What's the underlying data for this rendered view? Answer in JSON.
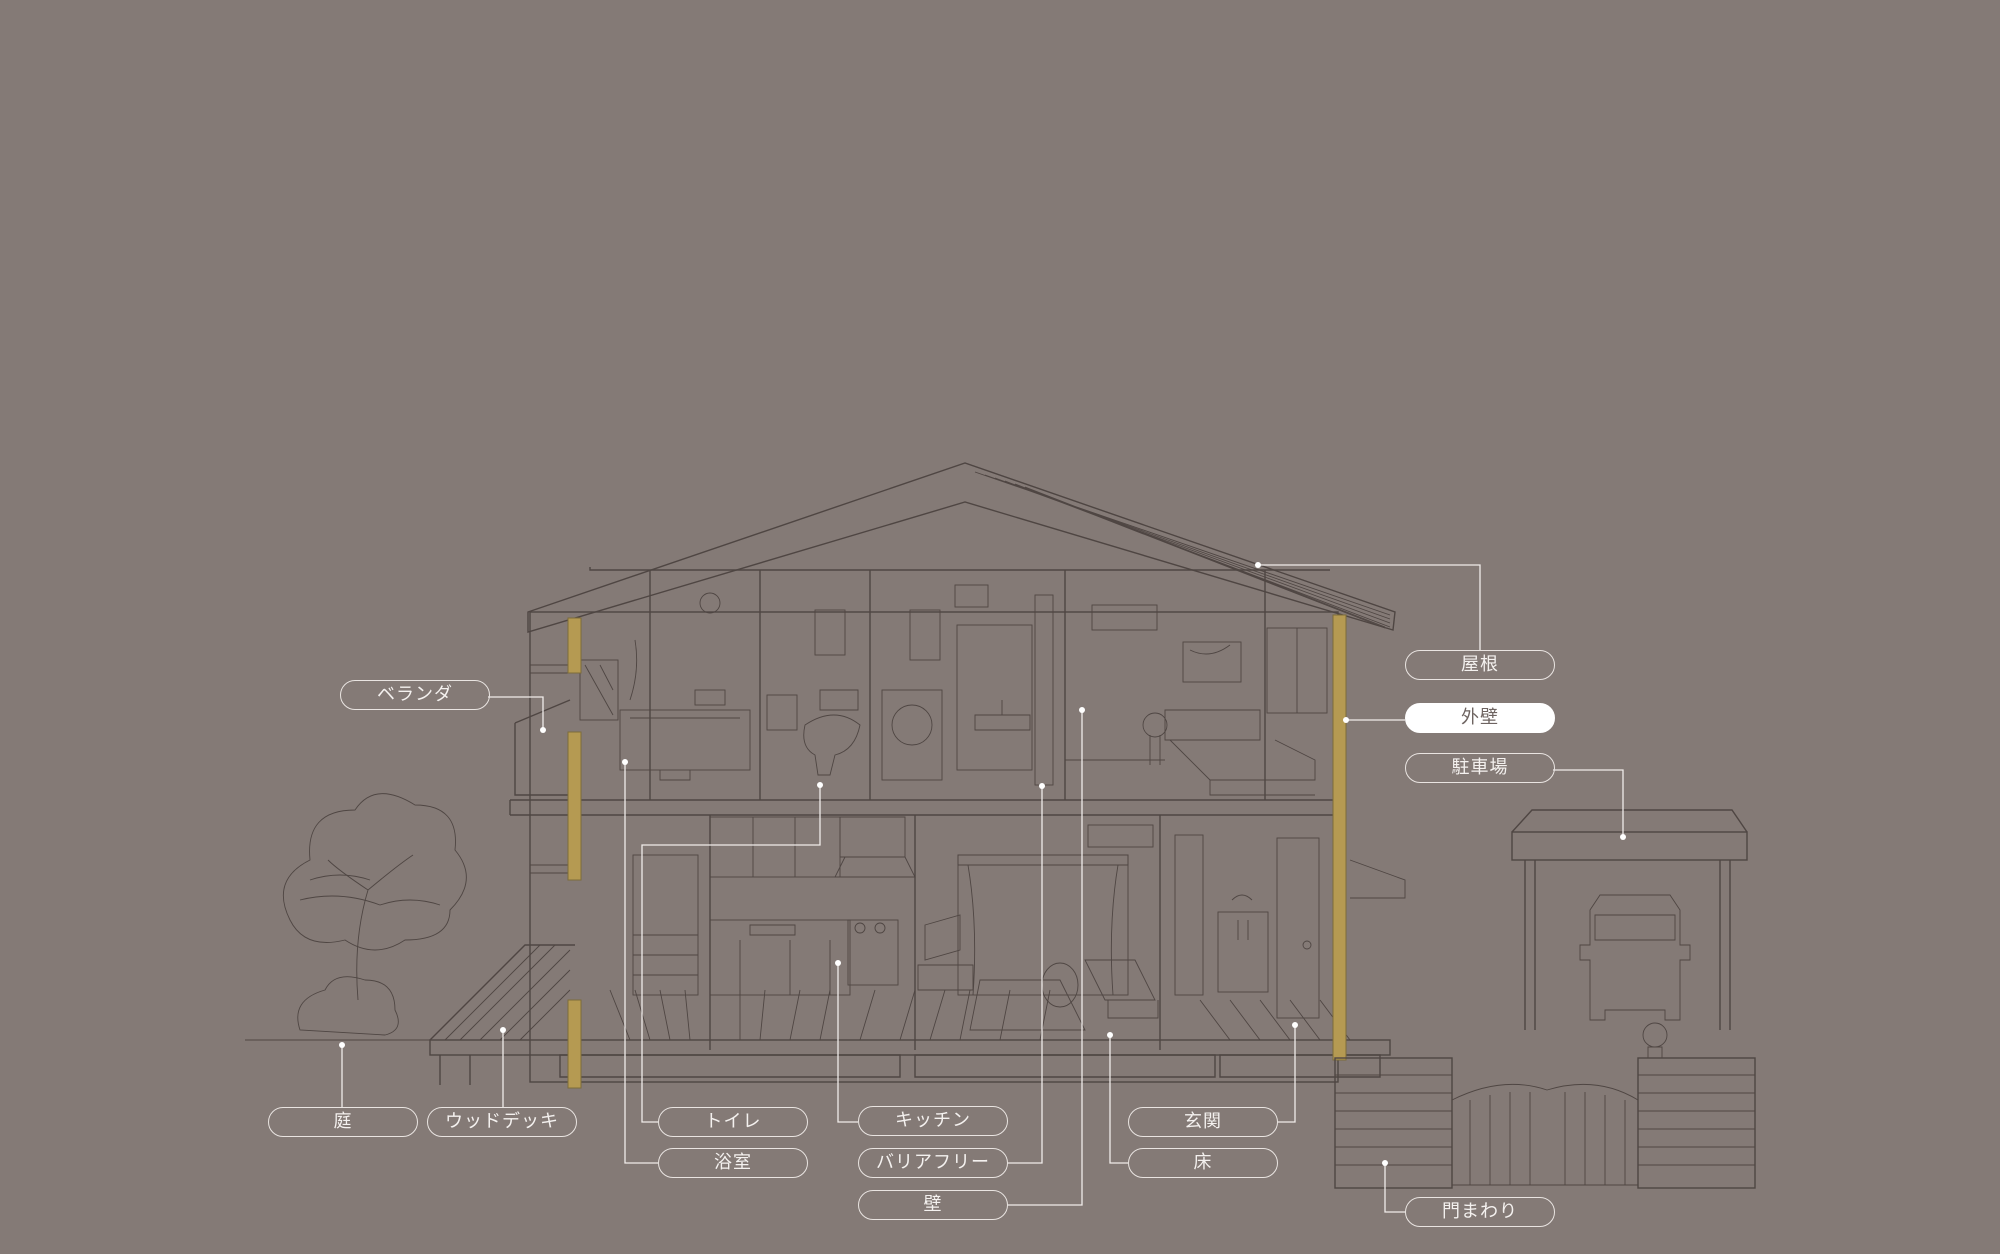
{
  "labels": {
    "roof": "屋根",
    "exterior_wall": "外壁",
    "parking": "駐車場",
    "veranda": "ベランダ",
    "garden": "庭",
    "wood_deck": "ウッドデッキ",
    "toilet": "トイレ",
    "bathroom": "浴室",
    "kitchen": "キッチン",
    "barrier_free": "バリアフリー",
    "wall": "壁",
    "entrance": "玄関",
    "floor": "床",
    "gate": "門まわり"
  },
  "selected": "exterior_wall",
  "colors": {
    "background": "#847a76",
    "line_art": "#4f4643",
    "wall_highlight": "#b59a52",
    "label_border": "#e9e4e1",
    "selected_fill": "#ffffff"
  }
}
